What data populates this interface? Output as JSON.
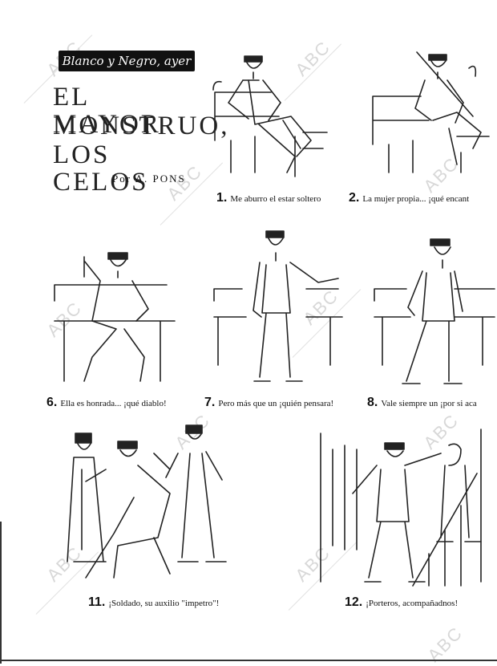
{
  "header": {
    "badge": "Blanco y Negro, ayer",
    "title_lines": [
      "EL MAYOR",
      "MONSTRUO,",
      "LOS CELOS"
    ],
    "byline": "Por A. PONS"
  },
  "captions": [
    {
      "num": "1.",
      "text": "Me aburro el estar soltero"
    },
    {
      "num": "2.",
      "text": "La mujer propia... ¡qué encant"
    },
    {
      "num": "6.",
      "text": "Ella es honrada... ¡qué diablo!"
    },
    {
      "num": "7.",
      "text": "Pero más que un ¡quién pensara!"
    },
    {
      "num": "8.",
      "text": "Vale siempre un ¡por si aca"
    },
    {
      "num": "11.",
      "text": "¡Soldado, su auxilio \"impetro\"!"
    },
    {
      "num": "12.",
      "text": "¡Porteros, acompañadnos!"
    }
  ],
  "watermark": "ABC"
}
